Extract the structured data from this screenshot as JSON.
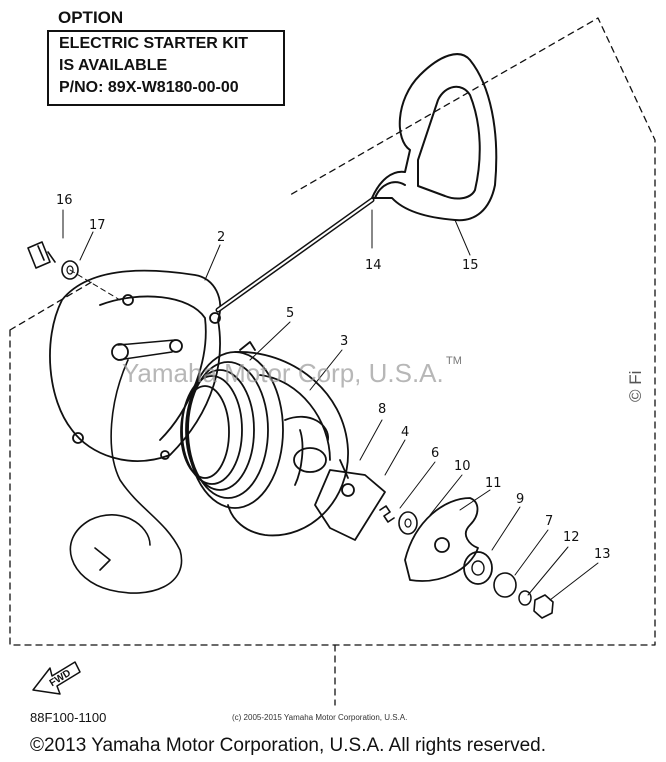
{
  "option": {
    "title": "OPTION",
    "lines": [
      "ELECTRIC STARTER KIT",
      "IS AVAILABLE",
      "P/NO: 89X-W8180-00-00"
    ]
  },
  "labels": {
    "p2": "2",
    "p3": "3",
    "p4": "4",
    "p5": "5",
    "p6": "6",
    "p7": "7",
    "p8": "8",
    "p9": "9",
    "p10": "10",
    "p11": "11",
    "p12": "12",
    "p13": "13",
    "p14": "14",
    "p15": "15",
    "p16": "16",
    "p17": "17"
  },
  "fwd": "FWD",
  "diagram_code": "88F100-1100",
  "small_copyright": "(c) 2005-2015 Yamaha Motor Corporation, U.S.A.",
  "watermark": "Yamaha Motor Corp, U.S.A.",
  "trademark": "TM",
  "side_watermark": "© Fi",
  "footer": "©2013 Yamaha Motor Corporation, U.S.A. All rights reserved."
}
